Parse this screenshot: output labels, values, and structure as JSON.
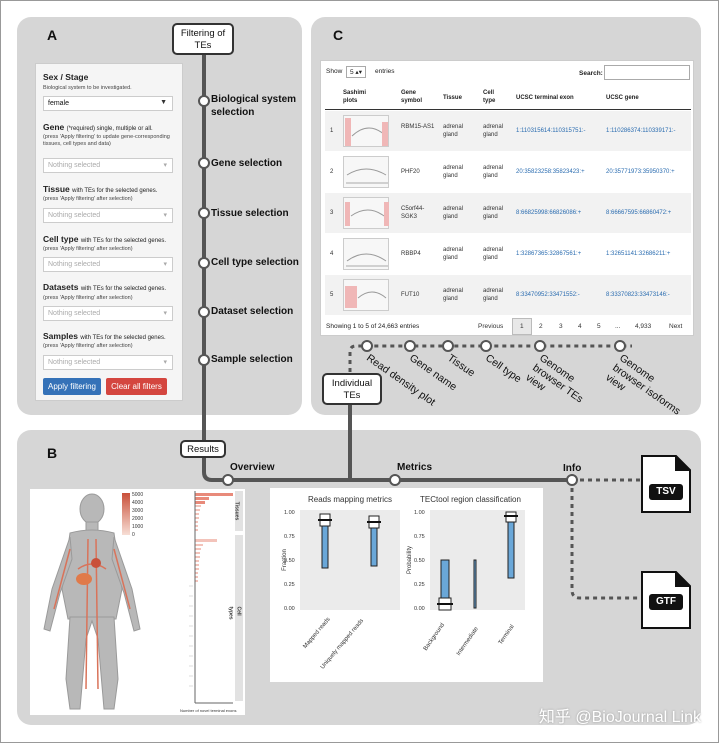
{
  "panels": {
    "A": "A",
    "B": "B",
    "C": "C"
  },
  "form": {
    "sex_label": "Sex / Stage",
    "sex_note": "Biological system to be investigated.",
    "sex_value": "female",
    "gene_label": "Gene",
    "gene_note": "(*required) single, multiple or all.",
    "gene_note2": "(press 'Apply filtering' to update gene-corresponding tissues, cell types and data)",
    "gene_placeholder": "Nothing selected",
    "tissue_label": "Tissue",
    "tissue_note": "with TEs for the selected genes.",
    "tissue_note2": "(press 'Apply filtering' after selection)",
    "tissue_placeholder": "Nothing selected",
    "celltype_label": "Cell type",
    "celltype_note": "with TEs for the selected genes.",
    "celltype_note2": "(press 'Apply filtering' after selection)",
    "celltype_placeholder": "Nothing selected",
    "datasets_label": "Datasets",
    "datasets_note": "with TEs for the selected genes.",
    "datasets_note2": "(press 'Apply filtering' after selection)",
    "datasets_placeholder": "Nothing selected",
    "samples_label": "Samples",
    "samples_note": "with TEs for the selected genes.",
    "samples_note2": "(press 'Apply filtering' after selection)",
    "samples_placeholder": "Nothing selected",
    "apply_button": "Apply filtering",
    "clear_button": "Clear all filters"
  },
  "flow": {
    "filtering_box": "Filtering of TEs",
    "steps": [
      "Biological system selection",
      "Gene selection",
      "Tissue selection",
      "Cell type selection",
      "Dataset selection",
      "Sample selection"
    ],
    "results_box": "Results",
    "overview": "Overview",
    "metrics": "Metrics",
    "info": "Info",
    "individual_box": "Individual TEs",
    "c_items": [
      "Read density plot",
      "Gene name",
      "Tissue",
      "Cell type",
      "Genome browser TEs view",
      "Genome browser isoforms view"
    ],
    "outputs": [
      "TSV",
      "GTF"
    ]
  },
  "table": {
    "show_label": "Show",
    "show_value": "5",
    "entries_label": "entries",
    "search_label": "Search:",
    "headers": [
      "Sashimi plots",
      "Gene symbol",
      "Tissue",
      "Cell type",
      "UCSC terminal exon",
      "UCSC gene"
    ],
    "rows": [
      {
        "n": "1",
        "gene": "RBM15-AS1",
        "tissue": "adrenal gland",
        "cell": "adrenal gland",
        "exon": "1:110315614:110315751:-",
        "ucsc": "1:110286374:110339171:-"
      },
      {
        "n": "2",
        "gene": "PHF20",
        "tissue": "adrenal gland",
        "cell": "adrenal gland",
        "exon": "20:35823258:35823423:+",
        "ucsc": "20:35771973:35950370:+"
      },
      {
        "n": "3",
        "gene": "C5orf44-SGK3",
        "tissue": "adrenal gland",
        "cell": "adrenal gland",
        "exon": "8:66825998:66826086:+",
        "ucsc": "8:66667595:66860472:+"
      },
      {
        "n": "4",
        "gene": "RBBP4",
        "tissue": "adrenal gland",
        "cell": "adrenal gland",
        "exon": "1:32867365:32867561:+",
        "ucsc": "1:32651141:32686211:+"
      },
      {
        "n": "5",
        "gene": "FUT10",
        "tissue": "adrenal gland",
        "cell": "adrenal gland",
        "exon": "8:33470952:33471552:-",
        "ucsc": "8:33370823:33473146:-"
      }
    ],
    "footer": "Showing 1 to 5 of 24,663 entries",
    "pagination": [
      "Previous",
      "1",
      "2",
      "3",
      "4",
      "5",
      "...",
      "4,933",
      "Next"
    ]
  },
  "charts": {
    "left_title": "Reads mapping metrics",
    "right_title": "TECtool region classification",
    "left_ylabel": "Fraction",
    "right_ylabel": "Probability",
    "left_yticks": [
      "1.00",
      "0.75",
      "0.50",
      "0.25",
      "0.00"
    ],
    "right_yticks": [
      "1.00",
      "0.75",
      "0.50",
      "0.25",
      "0.00"
    ],
    "left_xcats": [
      "Mapped reads",
      "Uniquely mapped reads"
    ],
    "right_xcats": [
      "Background",
      "Intermediate",
      "Terminal"
    ]
  },
  "body_chart": {
    "legend": [
      "5000",
      "4000",
      "3000",
      "2000",
      "1000",
      "0"
    ],
    "tissues_label": "Tissues",
    "celltypes_label": "Cell types",
    "xaxis_label": "Number of novel terminal exons"
  },
  "watermark": "知乎 @BioJournal Link",
  "colors": {
    "panel_bg": "#d6d6d6",
    "line": "#555555",
    "accent_blue": "#3572b8",
    "accent_red": "#d4463f",
    "box_blue": "#6aa7d8"
  }
}
